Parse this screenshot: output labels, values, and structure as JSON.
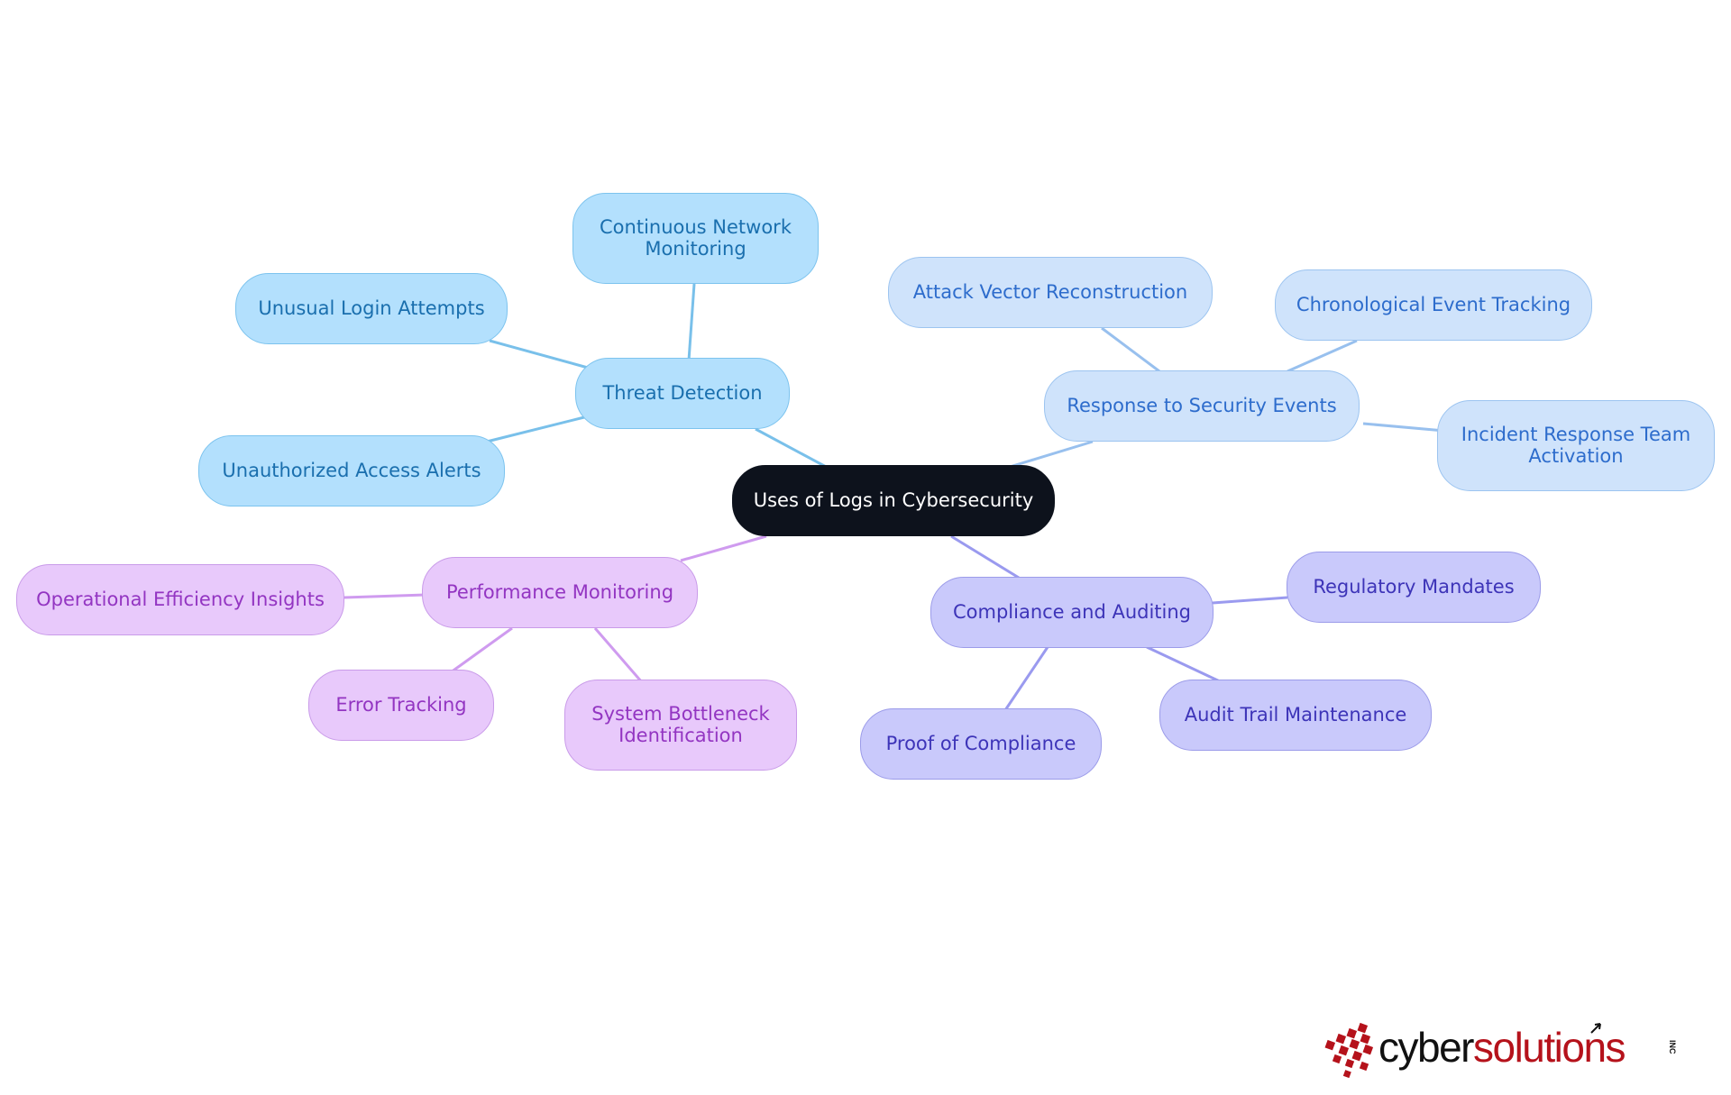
{
  "root": {
    "label": "Uses of Logs in Cybersecurity"
  },
  "branches": {
    "threat": {
      "label": "Threat Detection",
      "children": [
        "Continuous Network\nMonitoring",
        "Unusual Login Attempts",
        "Unauthorized Access Alerts"
      ]
    },
    "response": {
      "label": "Response to Security Events",
      "children": [
        "Attack Vector Reconstruction",
        "Chronological Event Tracking",
        "Incident Response Team\nActivation"
      ]
    },
    "performance": {
      "label": "Performance Monitoring",
      "children": [
        "Operational Efficiency Insights",
        "Error Tracking",
        "System Bottleneck\nIdentification"
      ]
    },
    "compliance": {
      "label": "Compliance and Auditing",
      "children": [
        "Regulatory Mandates",
        "Audit Trail Maintenance",
        "Proof of Compliance"
      ]
    }
  },
  "colors": {
    "root_fill": "#0d121c",
    "threat_fill": "#b3e0fd",
    "threat_text": "#1a6fae",
    "threat_line": "#79c0ea",
    "response_fill": "#cfe3fb",
    "response_text": "#2d6ccc",
    "response_line": "#98c0ee",
    "performance_fill": "#e8c9fb",
    "performance_text": "#9335c2",
    "performance_line": "#cf9bef",
    "compliance_fill": "#c9c9fb",
    "compliance_text": "#3d34b8",
    "compliance_line": "#9a9aef",
    "logo_red": "#b5121b"
  },
  "logo": {
    "part1": "cyber",
    "part2": "solutions",
    "suffix": "INC"
  }
}
